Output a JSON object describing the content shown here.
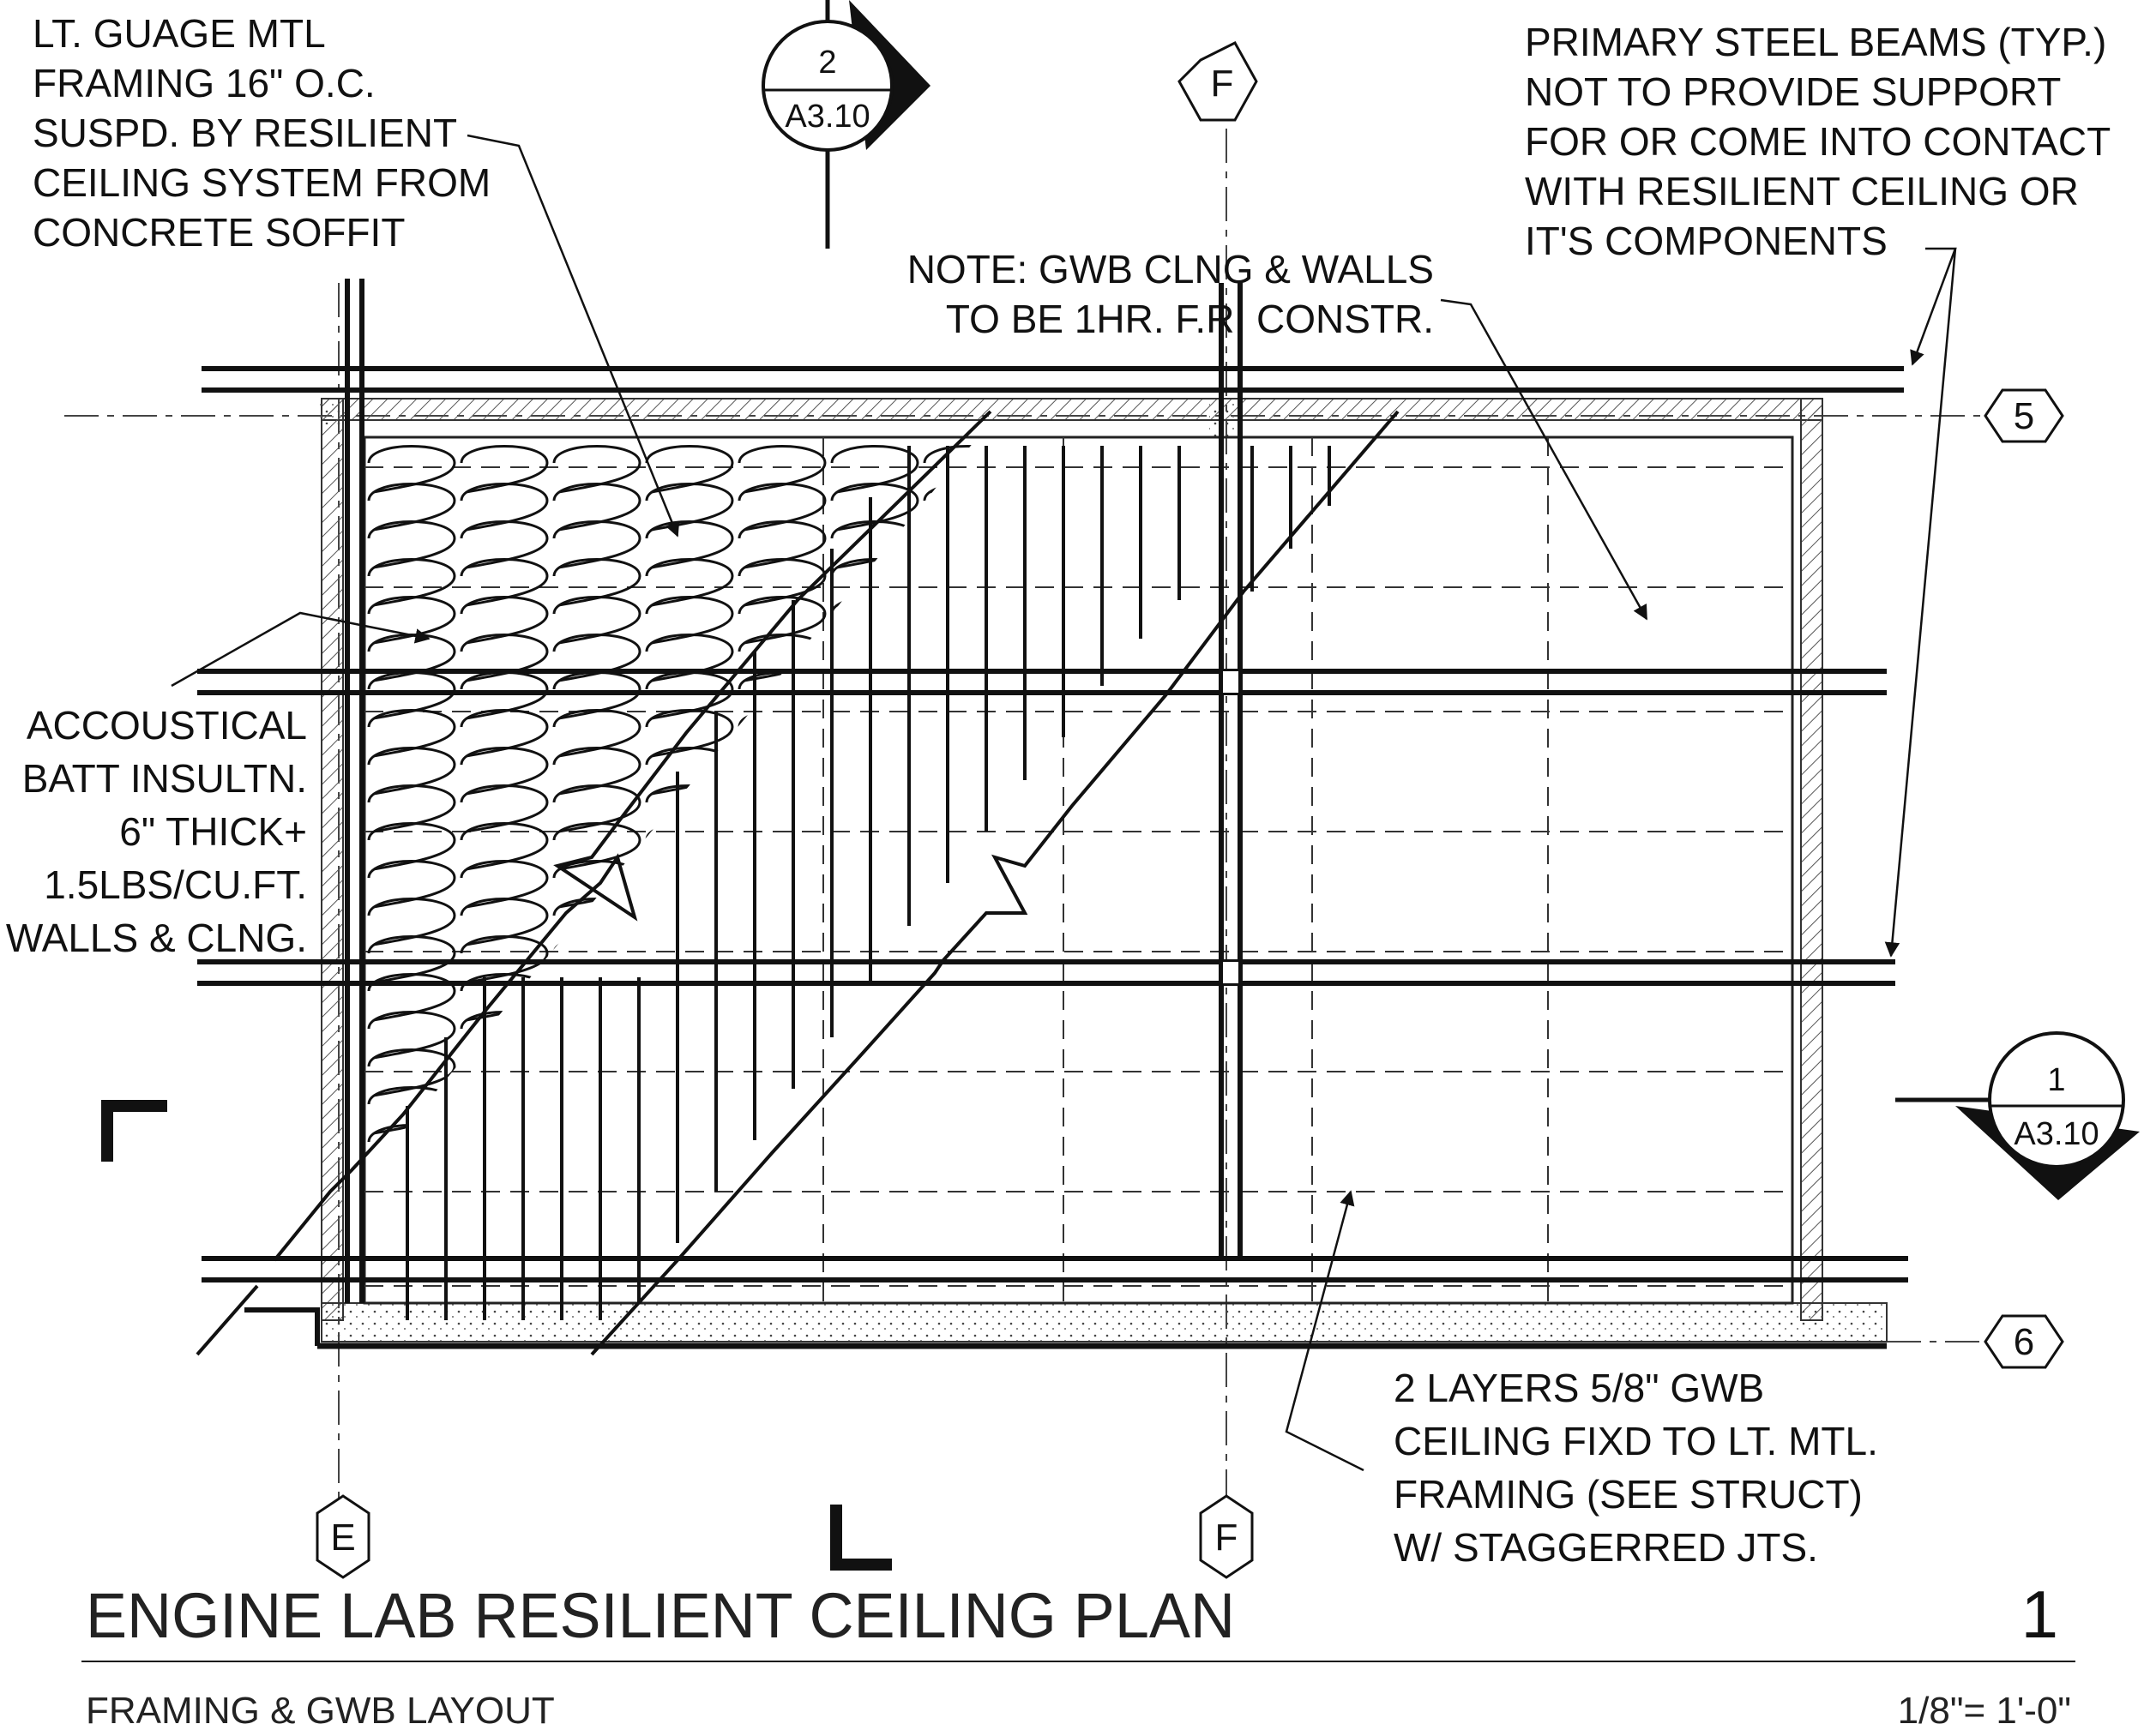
{
  "title": "ENGINE LAB RESILIENT CEILING PLAN",
  "subtitle": "FRAMING & GWB LAYOUT",
  "scale": "1/8\"= 1'-0\"",
  "detail_number": "1",
  "grid_tags": {
    "top_f": "F",
    "bottom_e": "E",
    "bottom_f": "F",
    "right_5": "5",
    "right_6": "6"
  },
  "section_markers": [
    {
      "number": "2",
      "sheet": "A3.10"
    },
    {
      "number": "1",
      "sheet": "A3.10"
    }
  ],
  "notes": {
    "framing": [
      "LT. GUAGE MTL",
      "FRAMING 16\" O.C.",
      "SUSPD. BY RESILIENT",
      "CEILING SYSTEM FROM",
      "CONCRETE SOFFIT"
    ],
    "gwb_note": [
      "NOTE: GWB CLNG & WALLS",
      "TO BE 1HR. F.R. CONSTR."
    ],
    "steel_beams": [
      "PRIMARY STEEL BEAMS (TYP.)",
      "NOT TO PROVIDE SUPPORT",
      "FOR OR COME INTO CONTACT",
      "WITH RESILIENT CEILING OR",
      "IT'S COMPONENTS"
    ],
    "insulation": [
      "ACCOUSTICAL",
      "BATT INSULTN.",
      "6\" THICK+",
      "1.5LBS/CU.FT.",
      "WALLS & CLNG."
    ],
    "gwb_layers": [
      "2 LAYERS 5/8\" GWB",
      "CEILING FIXD TO LT. MTL.",
      "FRAMING (SEE STRUCT)",
      "W/ STAGGERRED JTS."
    ]
  }
}
